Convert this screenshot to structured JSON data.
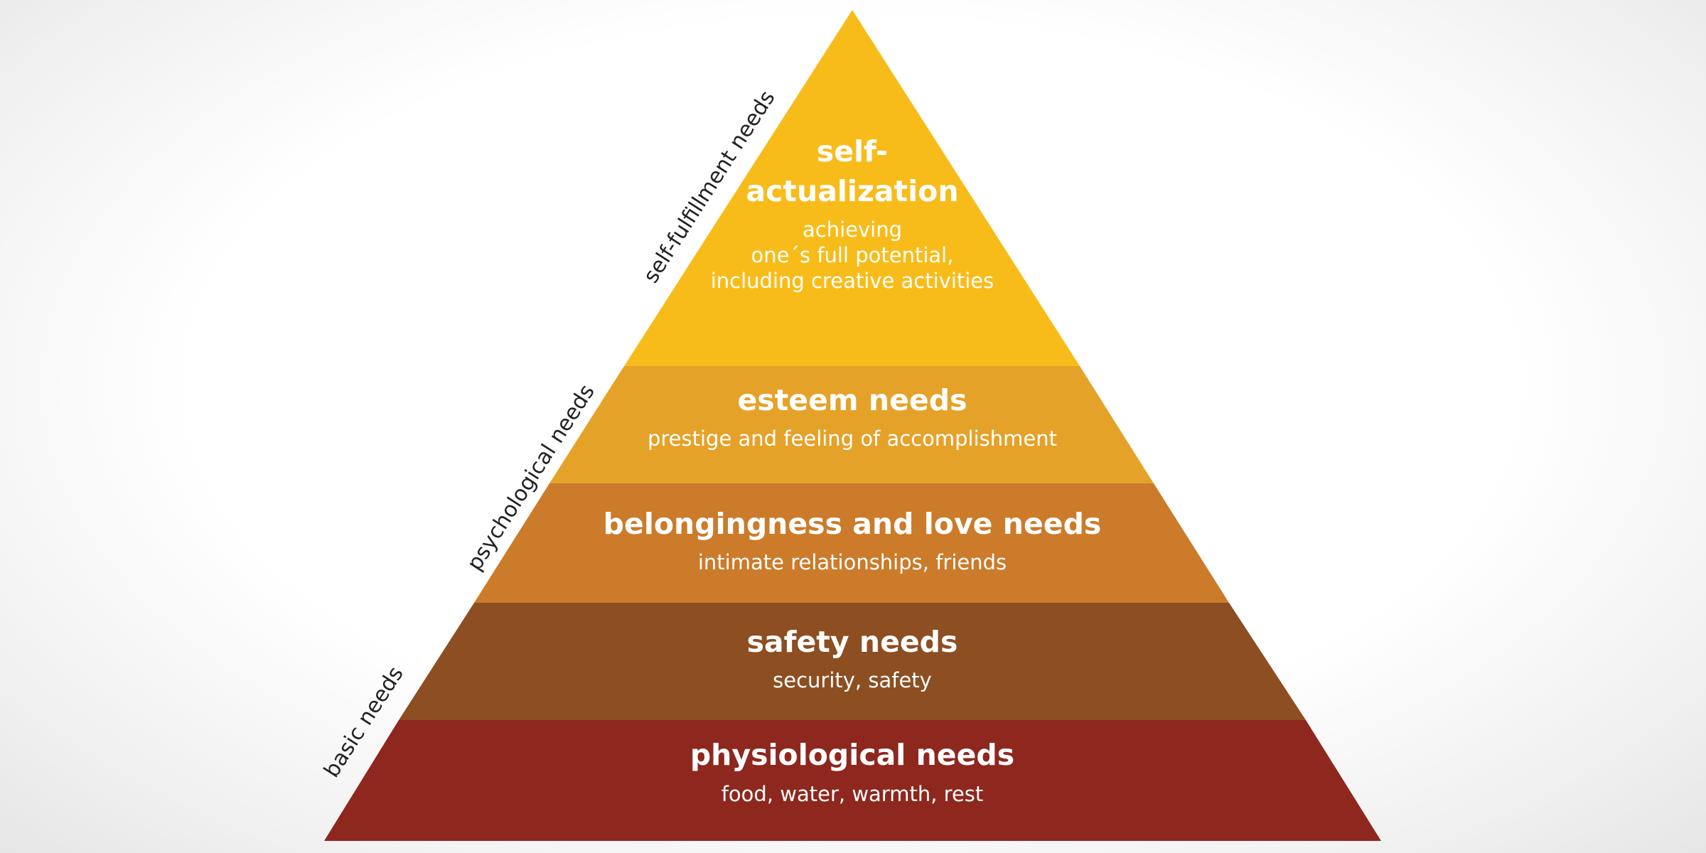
{
  "levels": [
    {
      "title_lines": [
        "self-",
        "actualization"
      ],
      "desc_lines": [
        "achieving",
        "one´s full potential,",
        "including creative activities"
      ],
      "color": "#F8BC1A"
    },
    {
      "title_lines": [
        "esteem needs"
      ],
      "desc_lines": [
        "prestige and feeling of accomplishment"
      ],
      "color": "#E5A229"
    },
    {
      "title_lines": [
        "belongingness and love needs"
      ],
      "desc_lines": [
        "intimate relationships, friends"
      ],
      "color": "#CB7B2A"
    },
    {
      "title_lines": [
        "safety needs"
      ],
      "desc_lines": [
        "security, safety"
      ],
      "color": "#8D4E22"
    },
    {
      "title_lines": [
        "physiological needs"
      ],
      "desc_lines": [
        "food, water, warmth, rest"
      ],
      "color": "#8E271E"
    }
  ],
  "side_labels": {
    "self_fulfillment": "self-fulfillment needs",
    "psychological": "psychological needs",
    "basic": "basic needs"
  }
}
